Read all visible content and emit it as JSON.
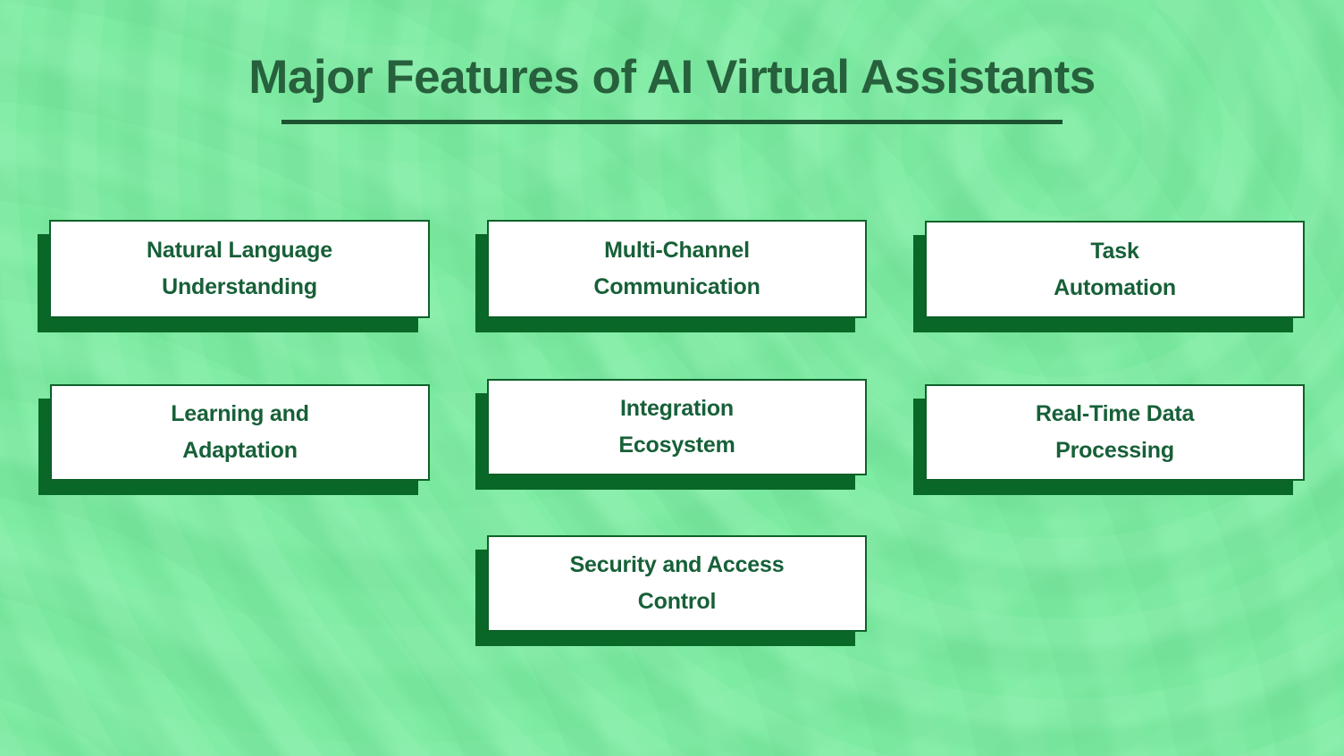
{
  "page": {
    "title": "Major Features of AI Virtual Assistants"
  },
  "colors": {
    "background": "#7deca2",
    "title_text": "#27603c",
    "underline": "#1d5231",
    "card_background": "#ffffff",
    "card_border": "#0d6129",
    "card_shadow": "#096728",
    "card_text": "#176038"
  },
  "cards": [
    {
      "id": "natural-language-understanding",
      "lines": [
        "Natural Language",
        "Understanding"
      ]
    },
    {
      "id": "multi-channel-communication",
      "lines": [
        "Multi-Channel",
        "Communication"
      ]
    },
    {
      "id": "task-automation",
      "lines": [
        "Task",
        "Automation"
      ]
    },
    {
      "id": "learning-and-adaptation",
      "lines": [
        "Learning and",
        "Adaptation"
      ]
    },
    {
      "id": "integration-ecosystem",
      "lines": [
        "Integration",
        "Ecosystem"
      ]
    },
    {
      "id": "real-time-data-processing",
      "lines": [
        "Real-Time Data",
        "Processing"
      ]
    },
    {
      "id": "security-and-access-control",
      "lines": [
        "Security and Access",
        "Control"
      ]
    }
  ]
}
